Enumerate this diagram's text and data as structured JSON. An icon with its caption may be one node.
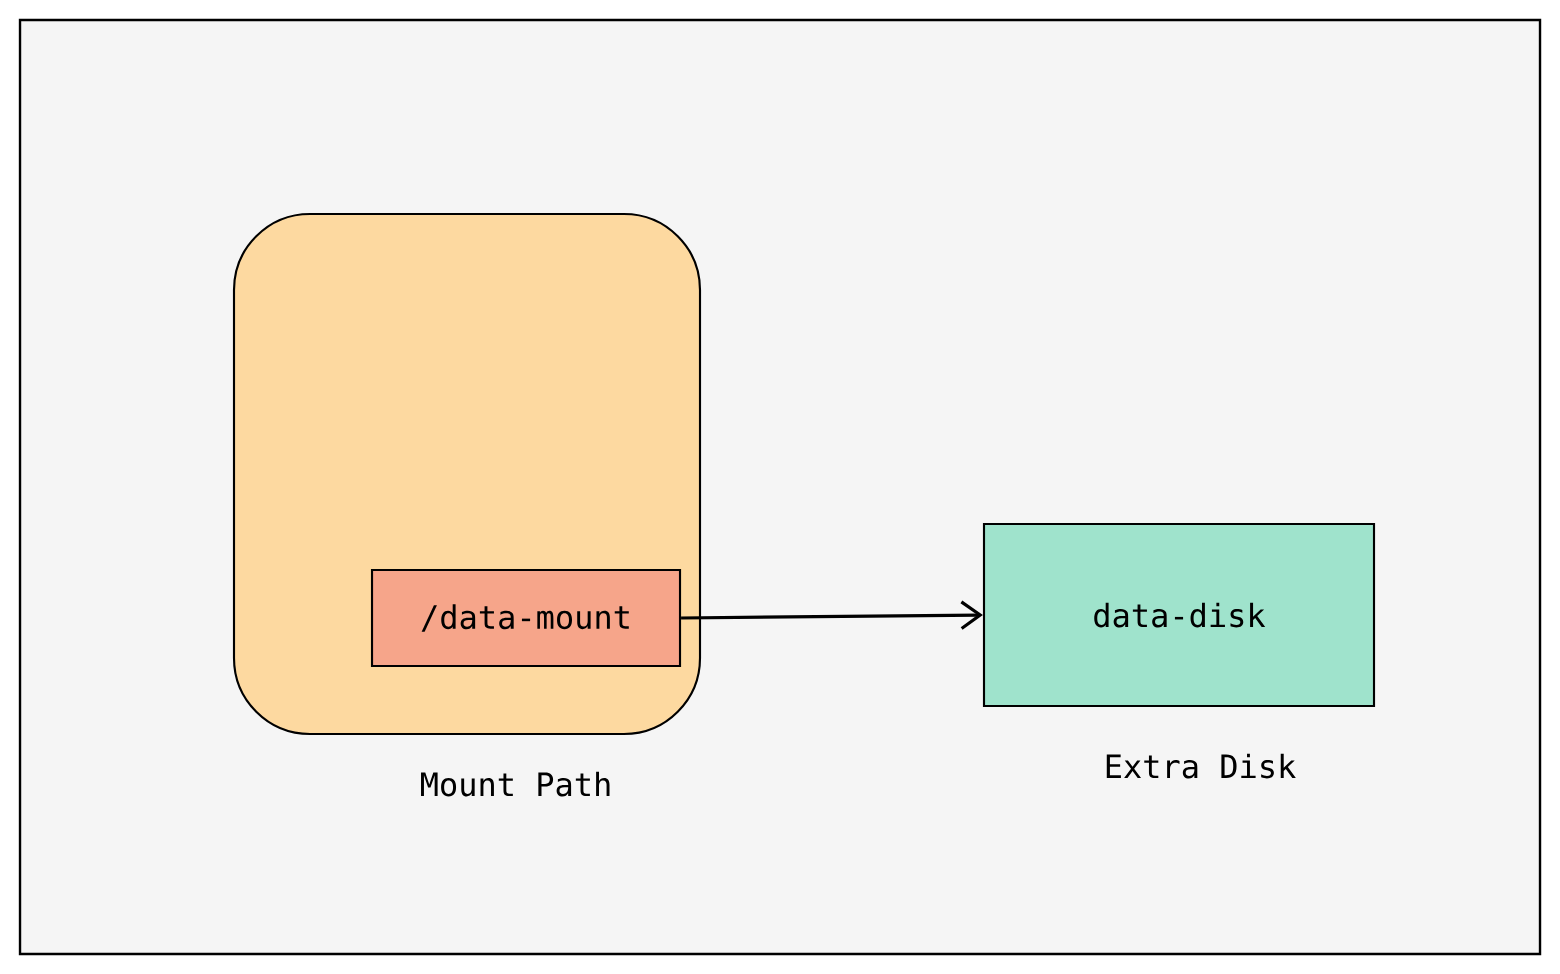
{
  "diagram": {
    "nodes": [
      {
        "text": [
          "Mount Path"
        ]
      },
      {
        "text": [
          "/data-mount"
        ],
        "in": 0
      },
      {
        "text": [
          "data-disk",
          "Extra Disk"
        ]
      }
    ],
    "edges": [
      {
        "from": 1,
        "to": 2,
        "arrow": "to"
      }
    ]
  }
}
